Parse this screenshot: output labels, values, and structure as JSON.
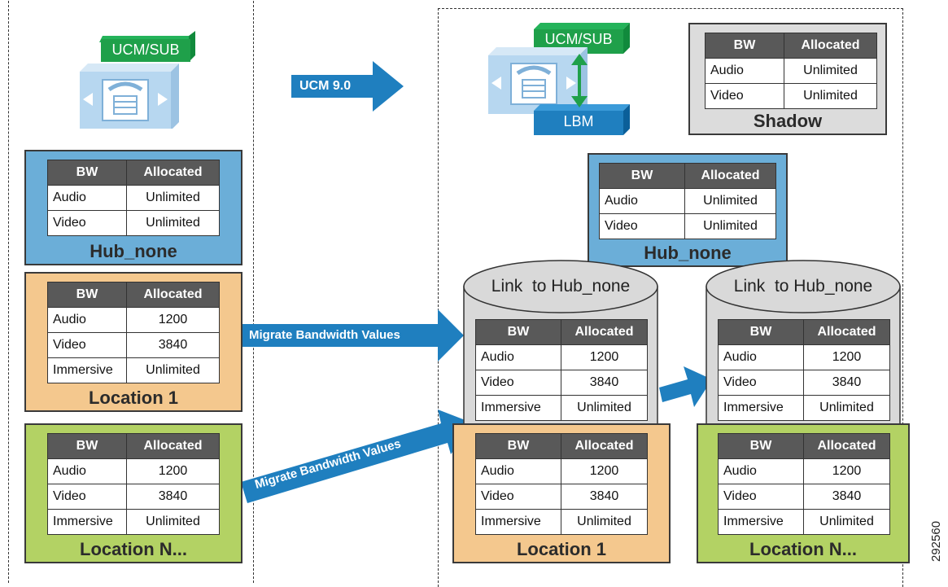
{
  "figure_id": "292560",
  "upgrade_label": "UCM 9.0",
  "left": {
    "server": {
      "sub_label": "UCM/SUB"
    },
    "hub": {
      "title": "Hub_none",
      "table": {
        "headers": [
          "BW",
          "Allocated"
        ],
        "rows": [
          [
            "Audio",
            "Unlimited"
          ],
          [
            "Video",
            "Unlimited"
          ]
        ]
      }
    },
    "location1": {
      "title": "Location 1",
      "table": {
        "headers": [
          "BW",
          "Allocated"
        ],
        "rows": [
          [
            "Audio",
            "1200"
          ],
          [
            "Video",
            "3840"
          ],
          [
            "Immersive",
            "Unlimited"
          ]
        ]
      }
    },
    "locationN": {
      "title": "Location N...",
      "table": {
        "headers": [
          "BW",
          "Allocated"
        ],
        "rows": [
          [
            "Audio",
            "1200"
          ],
          [
            "Video",
            "3840"
          ],
          [
            "Immersive",
            "Unlimited"
          ]
        ]
      }
    }
  },
  "migrate_label_1": "Migrate Bandwidth Values",
  "migrate_label_2": "Migrate Bandwidth Values",
  "right": {
    "server": {
      "sub_label": "UCM/SUB",
      "lbm_label": "LBM"
    },
    "shadow": {
      "title": "Shadow",
      "table": {
        "headers": [
          "BW",
          "Allocated"
        ],
        "rows": [
          [
            "Audio",
            "Unlimited"
          ],
          [
            "Video",
            "Unlimited"
          ]
        ]
      }
    },
    "hub": {
      "title": "Hub_none",
      "table": {
        "headers": [
          "BW",
          "Allocated"
        ],
        "rows": [
          [
            "Audio",
            "Unlimited"
          ],
          [
            "Video",
            "Unlimited"
          ]
        ]
      }
    },
    "link1": {
      "title": "Link  to Hub_none",
      "table": {
        "headers": [
          "BW",
          "Allocated"
        ],
        "rows": [
          [
            "Audio",
            "1200"
          ],
          [
            "Video",
            "3840"
          ],
          [
            "Immersive",
            "Unlimited"
          ]
        ]
      }
    },
    "link2": {
      "title": "Link  to Hub_none",
      "table": {
        "headers": [
          "BW",
          "Allocated"
        ],
        "rows": [
          [
            "Audio",
            "1200"
          ],
          [
            "Video",
            "3840"
          ],
          [
            "Immersive",
            "Unlimited"
          ]
        ]
      }
    },
    "location1": {
      "title": "Location 1",
      "table": {
        "headers": [
          "BW",
          "Allocated"
        ],
        "rows": [
          [
            "Audio",
            "1200"
          ],
          [
            "Video",
            "3840"
          ],
          [
            "Immersive",
            "Unlimited"
          ]
        ]
      }
    },
    "locationN": {
      "title": "Location N...",
      "table": {
        "headers": [
          "BW",
          "Allocated"
        ],
        "rows": [
          [
            "Audio",
            "1200"
          ],
          [
            "Video",
            "3840"
          ],
          [
            "Immersive",
            "Unlimited"
          ]
        ]
      }
    }
  },
  "colors": {
    "hub": "#6baed8",
    "location1": "#f4c88e",
    "locationN": "#b3d264",
    "shadow": "#dcdcdc",
    "cylinder": "#d9d9d9",
    "arrow": "#1f7fbf",
    "green": "#1fa04a"
  }
}
